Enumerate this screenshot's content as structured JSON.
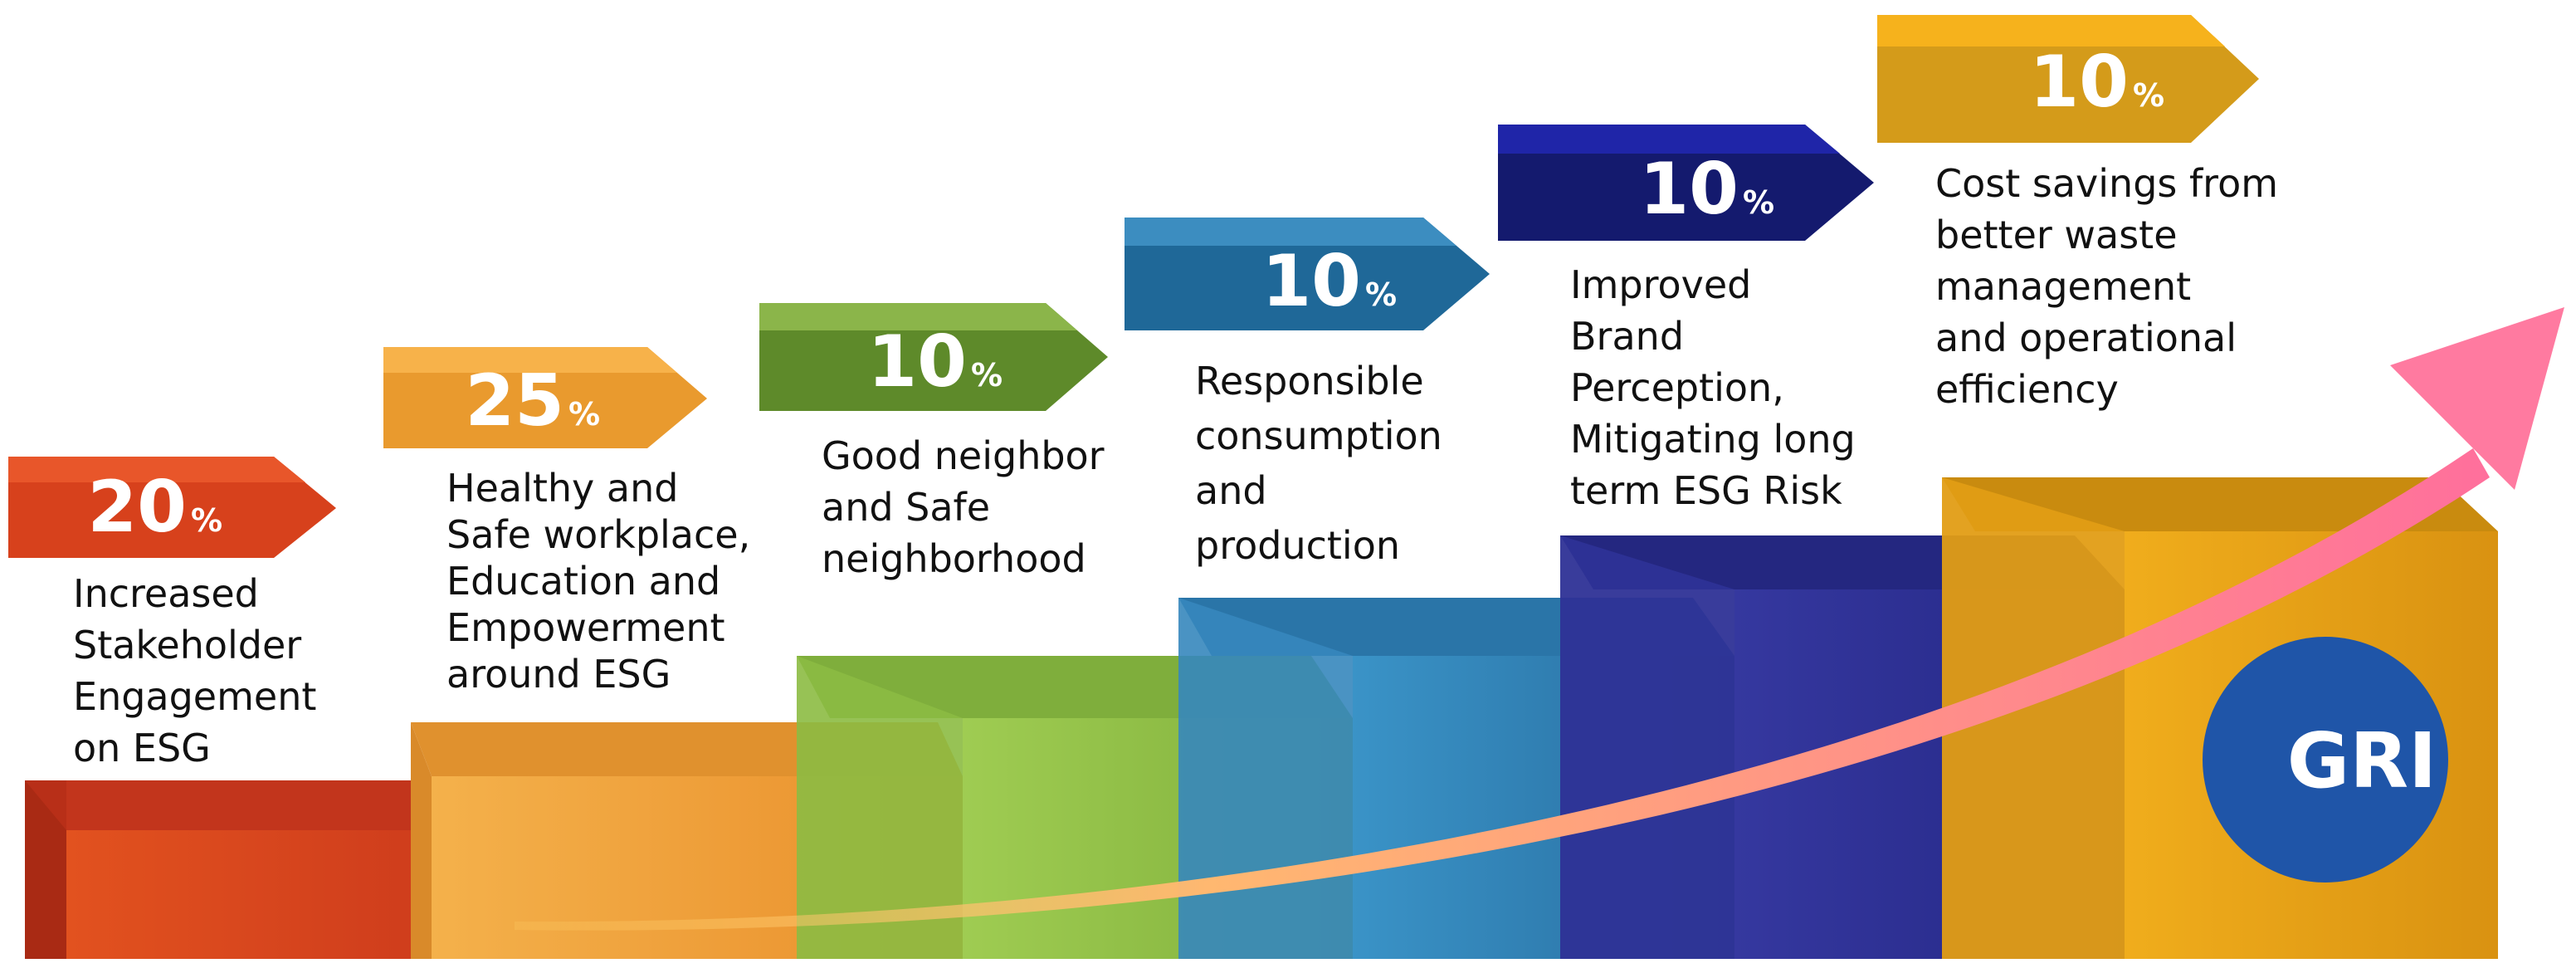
{
  "steps": [
    {
      "percent": "20",
      "unit": "%",
      "lines": [
        "Increased",
        "Stakeholder",
        "Engagement",
        "on ESG"
      ]
    },
    {
      "percent": "25",
      "unit": "%",
      "lines": [
        "Healthy and",
        "Safe workplace,",
        "Education and",
        "Empowerment",
        "around ESG"
      ]
    },
    {
      "percent": "10",
      "unit": "%",
      "lines": [
        "Good neighbor",
        "and Safe",
        "neighborhood"
      ]
    },
    {
      "percent": "10",
      "unit": "%",
      "lines": [
        "Responsible",
        "consumption",
        "and",
        "production"
      ]
    },
    {
      "percent": "10",
      "unit": "%",
      "lines": [
        "Improved",
        "Brand",
        "Perception,",
        "Mitigating long",
        "term ESG Risk"
      ]
    },
    {
      "percent": "10",
      "unit": "%",
      "lines": [
        "Cost savings from",
        "better waste",
        "management",
        "and operational",
        "efficiency"
      ]
    }
  ],
  "logo": {
    "text": "GRI"
  },
  "colors": {
    "step1": "#d7411c",
    "step2": "#f0a43a",
    "step3": "#8fbf45",
    "step4": "#2f7fb3",
    "step5": "#2b2f9a",
    "step6": "#e6a010",
    "arrow": "#ff7aa0",
    "logo": "#1f55a8"
  }
}
